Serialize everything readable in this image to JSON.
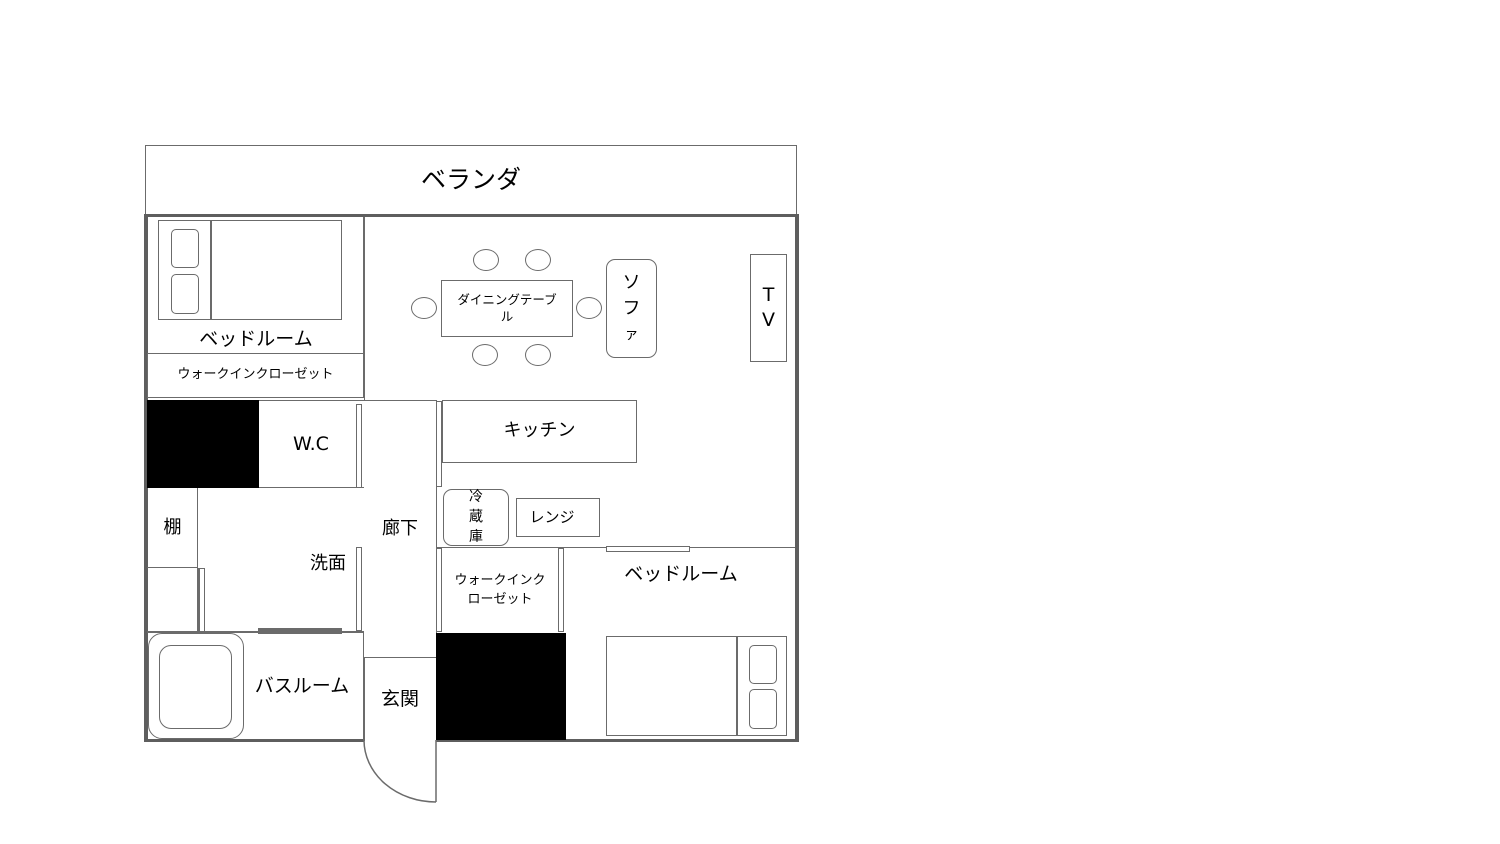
{
  "floor_plan": {
    "veranda": {
      "label": "ベランダ"
    },
    "bedroom_north": {
      "label": "ベッドルーム"
    },
    "walkin_closet_north": {
      "label": "ウォークインクローゼット"
    },
    "living": {
      "dining_table": {
        "label_line1": "ダイニングテーブ",
        "label_line2": "ル"
      },
      "sofa": {
        "chars": [
          "ソ",
          "フ",
          "ァ"
        ]
      },
      "tv": {
        "chars": [
          "T",
          "V"
        ]
      },
      "chairs": 6
    },
    "wc": {
      "label": "W.C"
    },
    "kitchen": {
      "label": "キッチン"
    },
    "fridge": {
      "chars": [
        "冷",
        "蔵",
        "庫"
      ]
    },
    "range": {
      "label": "レンジ"
    },
    "shelf": {
      "label": "棚"
    },
    "washroom": {
      "label": "洗面"
    },
    "hallway": {
      "label": "廊下"
    },
    "walkin_closet_south": {
      "label_line1": "ウォークインク",
      "label_line2": "ローゼット"
    },
    "bedroom_south": {
      "label": "ベッドルーム"
    },
    "bathroom": {
      "label": "バスルーム"
    },
    "entrance": {
      "label": "玄関"
    }
  },
  "colors": {
    "line": "#6b6b6b",
    "wall": "#5e5e5e",
    "fill_solid": "#000000",
    "background": "#ffffff"
  }
}
